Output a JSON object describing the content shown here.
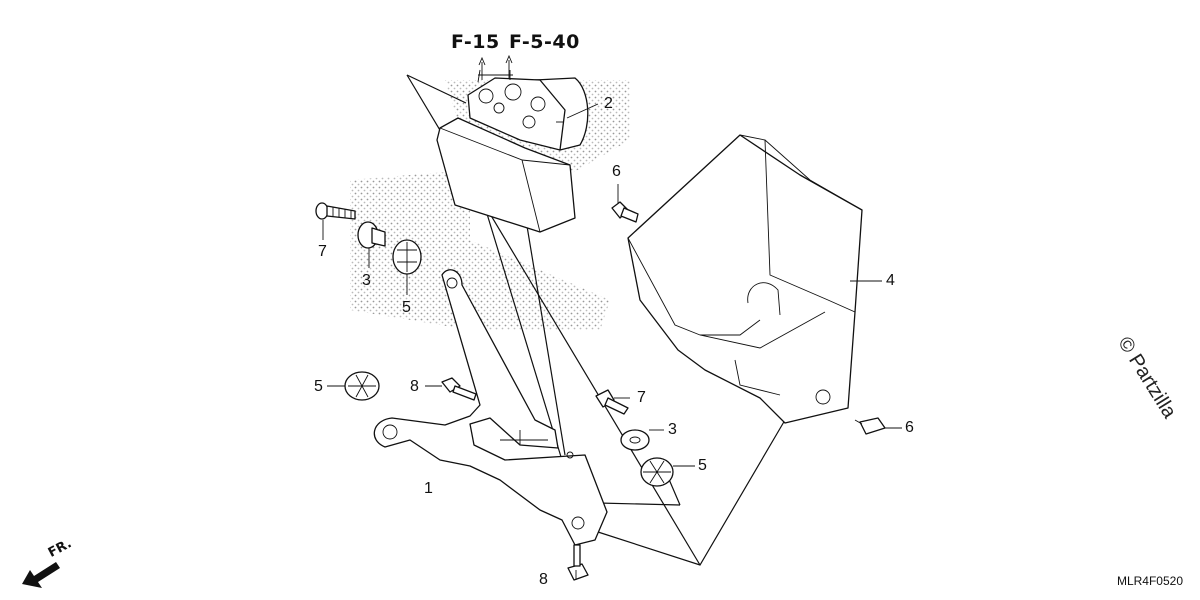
{
  "refs": {
    "ref_left": "F-15",
    "ref_right": "F-5-40"
  },
  "callouts": {
    "c1": "1",
    "c2": "2",
    "c3a": "3",
    "c3b": "3",
    "c4": "4",
    "c5a": "5",
    "c5b": "5",
    "c5c": "5",
    "c6a": "6",
    "c6b": "6",
    "c7a": "7",
    "c7b": "7",
    "c8a": "8",
    "c8b": "8"
  },
  "diagram_code": "MLR4F0520",
  "watermark": "© Partzilla",
  "direction_label": "FR."
}
